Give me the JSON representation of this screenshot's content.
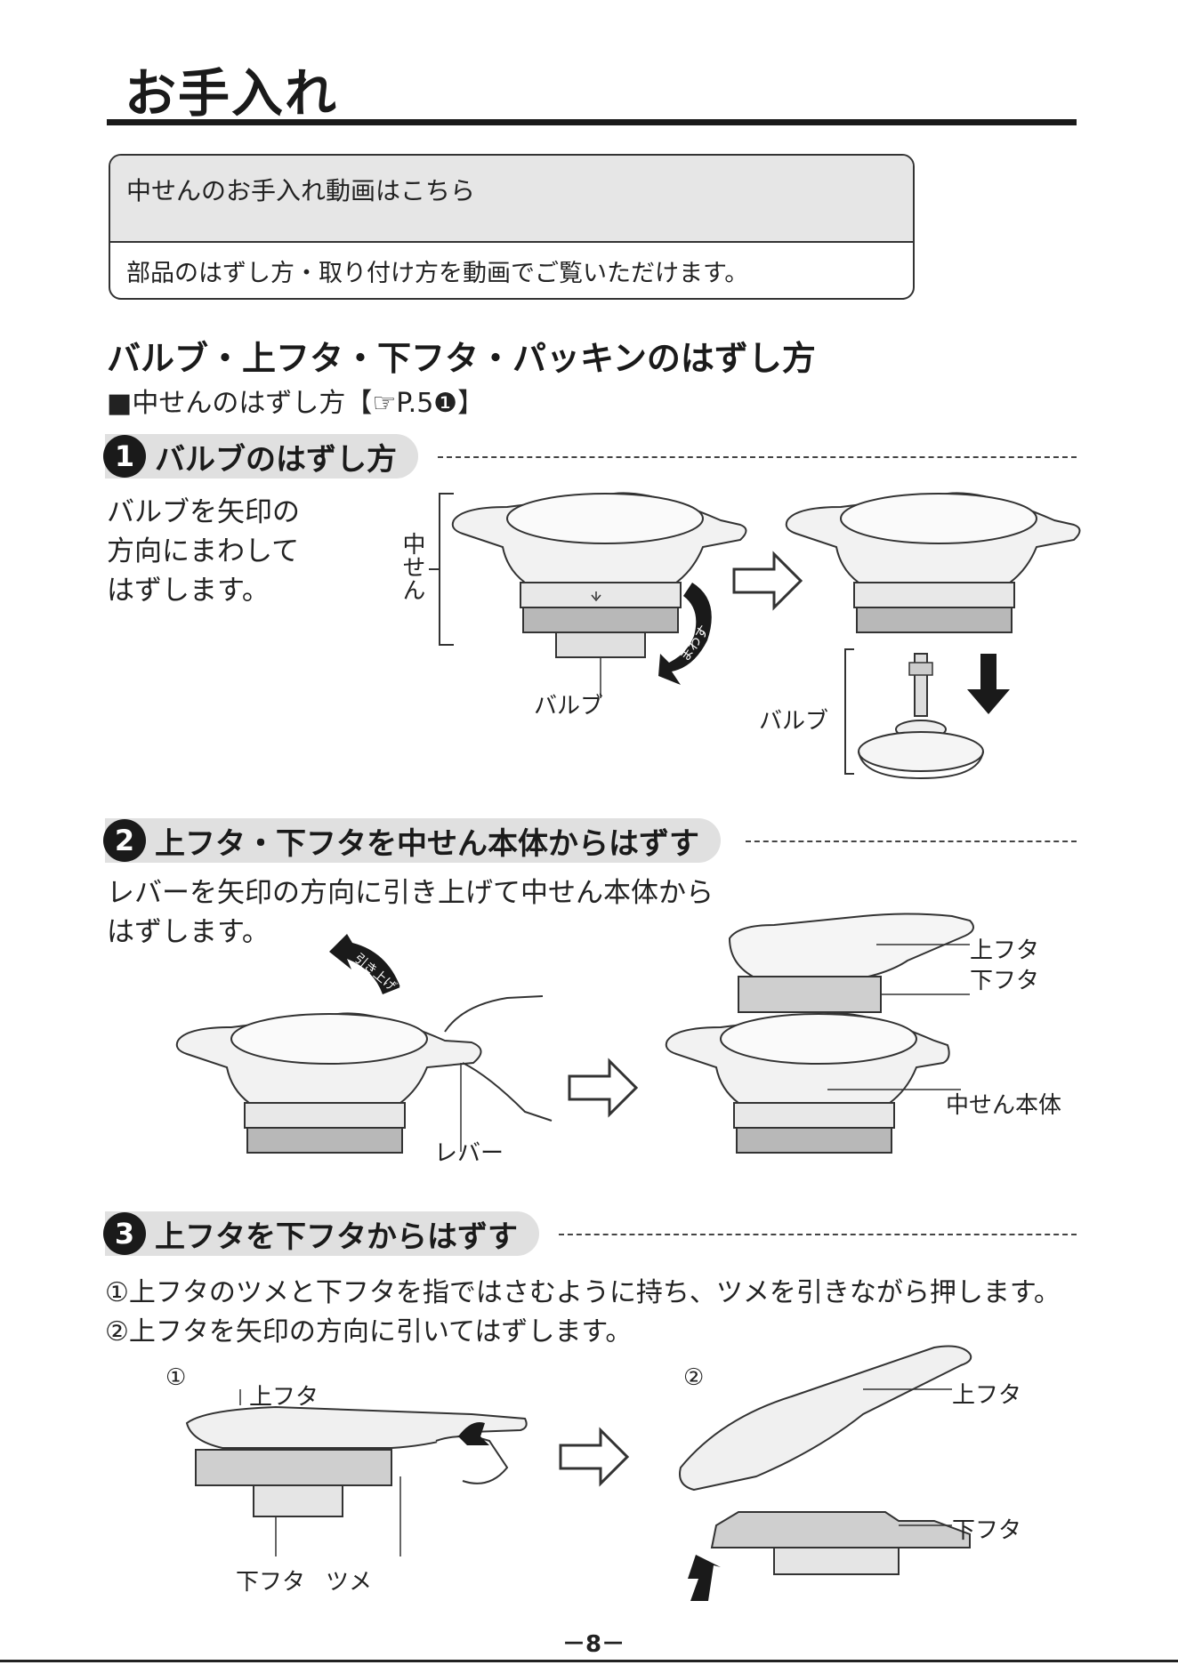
{
  "page": {
    "title": "お手入れ",
    "page_number": "－8－"
  },
  "video_box": {
    "heading": "中せんのお手入れ動画はこちら",
    "body": "部品のはずし方・取り付け方を動画でご覧いただけます。"
  },
  "section": {
    "title": "バルブ・上フタ・下フタ・パッキンのはずし方",
    "sub": "■中せんのはずし方【☞P.5❶】"
  },
  "step1": {
    "number": "1",
    "title": "バルブのはずし方",
    "text_lines": [
      "バルブを矢印の",
      "方向にまわして",
      "はずします。"
    ],
    "label_nakasen": "中せん",
    "label_valve_a": "バルブ",
    "label_valve_b": "バルブ",
    "arrow_text": "まわす"
  },
  "step2": {
    "number": "2",
    "title": "上フタ・下フタを中せん本体からはずす",
    "text_lines": [
      "レバーを矢印の方向に引き上げて中せん本体から",
      "はずします。"
    ],
    "label_upper_lid": "上フタ",
    "label_lower_lid": "下フタ",
    "label_body": "中せん本体",
    "label_lever": "レバー",
    "arrow_text": "引き上げる"
  },
  "step3": {
    "number": "3",
    "title": "上フタを下フタからはずす",
    "text_lines": [
      "①上フタのツメと下フタを指ではさむように持ち、ツメを引きながら押します。",
      "②上フタを矢印の方向に引いてはずします。"
    ],
    "fig1_marker": "①",
    "fig2_marker": "②",
    "fig1_upper": "上フタ",
    "fig1_lower": "下フタ",
    "fig1_claw": "ツメ",
    "fig2_upper": "上フタ",
    "fig2_lower": "下フタ"
  }
}
